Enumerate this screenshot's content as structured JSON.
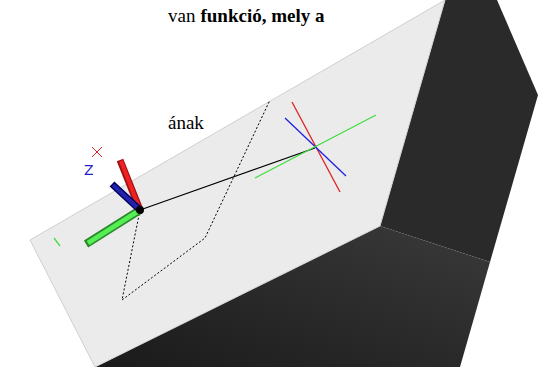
{
  "diagram": {
    "labels": [
      "van",
      "funkció, mely a",
      "ának",
      "Z"
    ]
  }
}
